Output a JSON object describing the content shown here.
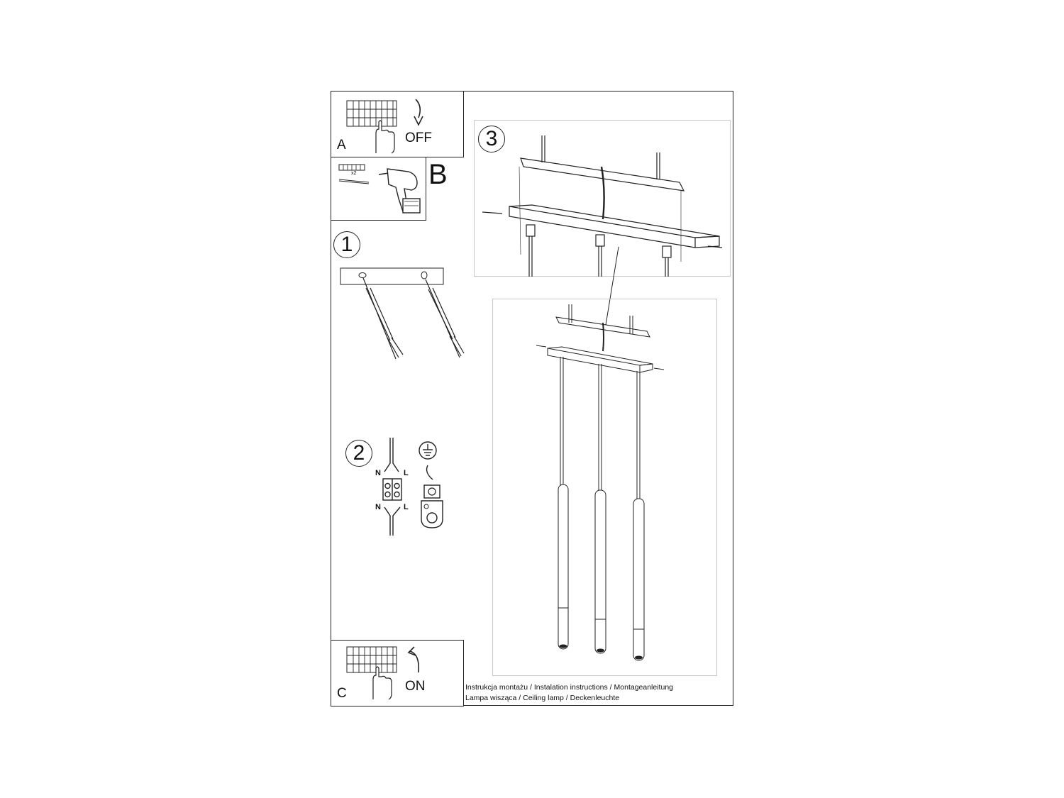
{
  "steps": {
    "a_label": "A",
    "off_label": "OFF",
    "b_label": "B",
    "b_qty": "x2",
    "c_label": "C",
    "on_label": "ON",
    "step1": "1",
    "step2": "2",
    "step3": "3"
  },
  "wiring": {
    "n_top": "N",
    "l_top": "L",
    "n_bottom": "N",
    "l_bottom": "L"
  },
  "caption": {
    "line1": "Instrukcja montażu / Instalation instructions / Montageanleitung",
    "line2": "Lampa wisząca / Ceiling lamp / Deckenleuchte"
  },
  "icons": [
    "breaker-panel-icon",
    "hand-icon",
    "arrow-down-icon",
    "arrow-up-icon",
    "drill-icon",
    "screw-icon",
    "wall-plug-icon",
    "earth-symbol-icon",
    "terminal-block-icon"
  ]
}
